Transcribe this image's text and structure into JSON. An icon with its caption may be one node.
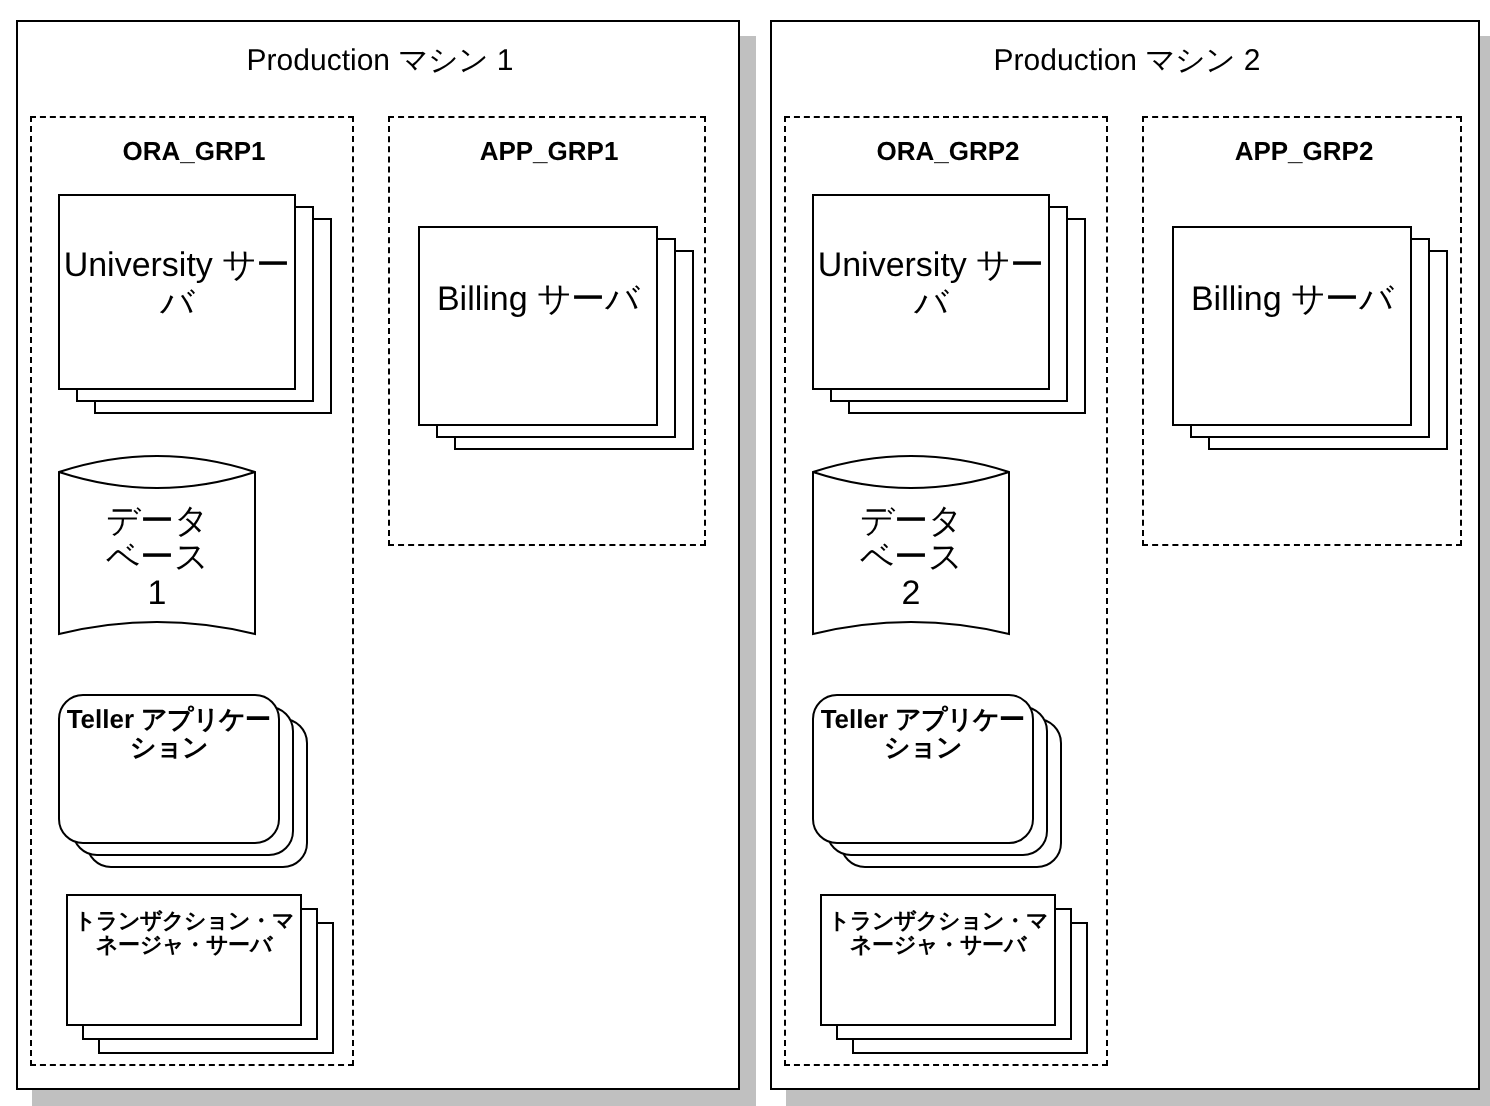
{
  "diagram": {
    "nodes": [
      {
        "text": [
          "Production マシン 1"
        ]
      },
      {
        "text": [
          "ORA_GRP1"
        ],
        "in": 0
      },
      {
        "text": [
          "University サーバ"
        ],
        "in": 1
      },
      {
        "text": [
          "データベース 1"
        ],
        "in": 1
      },
      {
        "text": [
          "Teller アプリケーション"
        ],
        "in": 1
      },
      {
        "text": [
          "トランザクション・マネージャ・サーバ"
        ],
        "in": 1
      },
      {
        "text": [
          "APP_GRP1"
        ],
        "in": 0
      },
      {
        "text": [
          "Billing サーバ"
        ],
        "in": 6
      },
      {
        "text": [
          "Production マシン 2"
        ]
      },
      {
        "text": [
          "ORA_GRP2"
        ],
        "in": 8
      },
      {
        "text": [
          "University サーバ"
        ],
        "in": 9
      },
      {
        "text": [
          "データベース 2"
        ],
        "in": 9
      },
      {
        "text": [
          "Teller アプリケーション"
        ],
        "in": 9
      },
      {
        "text": [
          "トランザクション・マネージャ・サーバ"
        ],
        "in": 9
      },
      {
        "text": [
          "APP_GRP2"
        ],
        "in": 8
      },
      {
        "text": [
          "Billing サーバ"
        ],
        "in": 14
      }
    ],
    "edges": []
  }
}
